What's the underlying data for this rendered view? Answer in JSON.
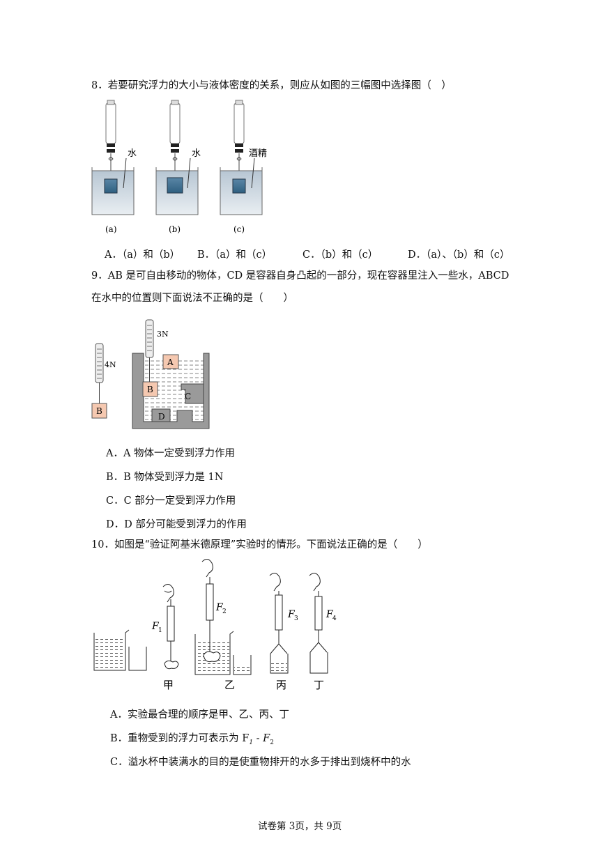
{
  "q8": {
    "stem": "8．若要研究浮力的大小与液体密度的关系，则应从如图的三幅图中选择图（　）",
    "labels": [
      "水",
      "水",
      "酒精"
    ],
    "captions": [
      "(a)",
      "(b)",
      "(c)"
    ],
    "options": [
      "A．（a）和（b）",
      "B．（a）和（c）",
      "C．（b）和（c）",
      "D．（a）、（b）和（c）"
    ]
  },
  "q9": {
    "stem_line1": "9．AB 是可自由移动的物体，CD 是容器自身凸起的一部分，现在容器里注入一些水，ABCD",
    "stem_line2": "在水中的位置则下面说法不正确的是（　　）",
    "spring_left_label": "4N",
    "spring_right_label": "3N",
    "block_labels": [
      "A",
      "B",
      "C",
      "D",
      "B"
    ],
    "options": [
      "A．A 物体一定受到浮力作用",
      "B．B 物体受到浮力是 1N",
      "C．C 部分一定受到浮力作用",
      "D．D 部分可能受到浮力的作用"
    ]
  },
  "q10": {
    "stem": "10．如图是“验证阿基米德原理”实验时的情形。下面说法正确的是（　　）",
    "force_labels": [
      "F",
      "1",
      "F",
      "2",
      "F",
      "3",
      "F",
      "4"
    ],
    "captions": [
      "甲",
      "乙",
      "丙",
      "丁"
    ],
    "options": [
      "A．实验最合理的顺序是甲、乙、丙、丁",
      "B．重物受到的浮力可表示为 F",
      "1",
      " - F",
      "2",
      "C．溢水杯中装满水的目的是使重物排开的水多于排出到烧杯中的水"
    ]
  },
  "footer": "试卷第 3页，共 9页"
}
